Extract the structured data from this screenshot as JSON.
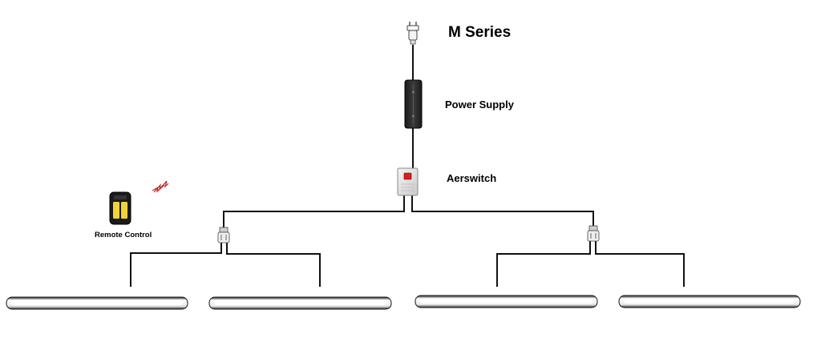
{
  "title": "M Series",
  "components": {
    "power_supply": "Power Supply",
    "aerswitch": "Aerswitch",
    "remote_control": "Remote Control"
  },
  "colors": {
    "wire": "#111111",
    "power_supply_body": "#2b2b2b",
    "switch_body": "#e6e6e6",
    "switch_button": "#d62020",
    "remote_button": "#f2d23a",
    "light_bar": "#f4f4f4"
  },
  "light_bars": [
    {
      "name": "light-bar-1"
    },
    {
      "name": "light-bar-2"
    },
    {
      "name": "light-bar-3"
    },
    {
      "name": "light-bar-4"
    }
  ]
}
